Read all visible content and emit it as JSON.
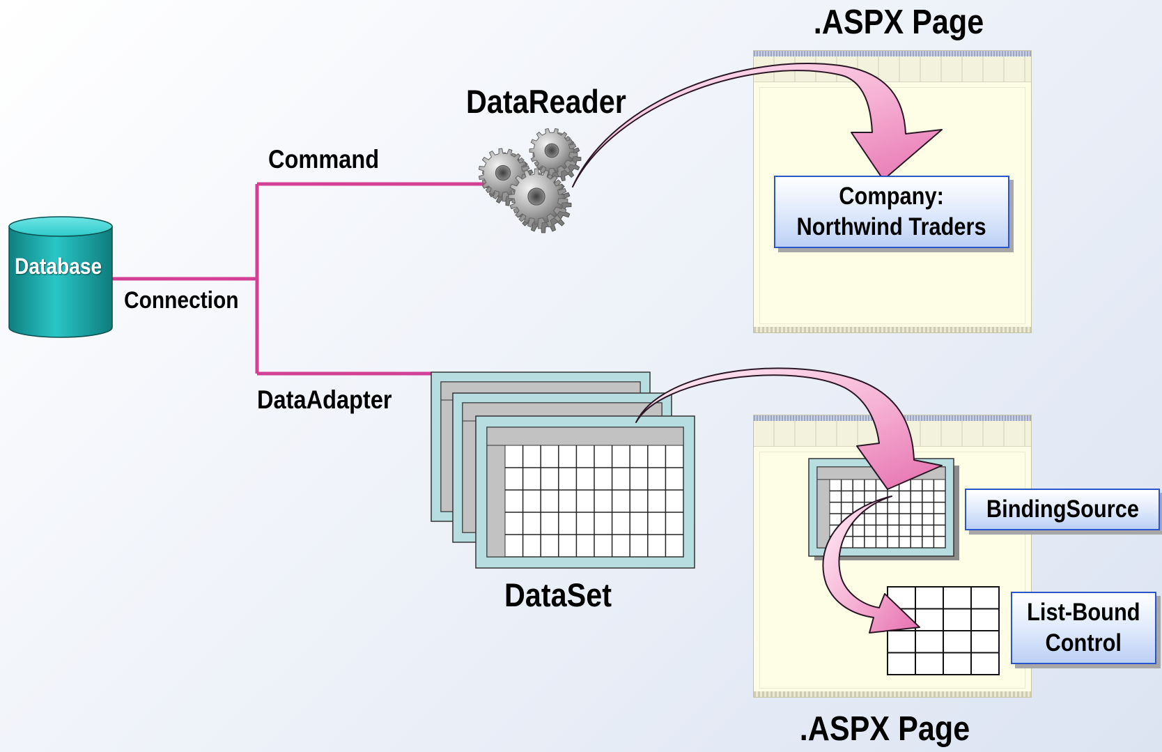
{
  "labels": {
    "database": "Database",
    "connection": "Connection",
    "command": "Command",
    "data_adapter": "DataAdapter",
    "data_reader": "DataReader",
    "data_set": "DataSet",
    "aspx_page_top": ".ASPX Page",
    "aspx_page_bottom": ".ASPX Page"
  },
  "boxes": {
    "company": {
      "line1": "Company:",
      "line2": "Northwind Traders"
    },
    "binding_source": {
      "line1": "BindingSource"
    },
    "list_bound": {
      "line1": "List-Bound",
      "line2": "Control"
    }
  },
  "colors": {
    "connector": "#d23f94",
    "arrow_fill_light": "#fff0f7",
    "arrow_fill_dark": "#e56fae",
    "arrow_stroke": "#2a1624",
    "database_top": "#46d6d6",
    "database_body": "#1aa3a3",
    "box_border": "#2a55c8",
    "table_frame": "#b7dde0",
    "table_header": "#c2c2c2",
    "aspx_page": "#fdfce4",
    "gear": "#a8a8a8"
  },
  "icons": [
    "database-cylinder-icon",
    "gears-icon",
    "dataset-tables-icon",
    "aspx-page-icon",
    "list-control-grid-icon"
  ]
}
